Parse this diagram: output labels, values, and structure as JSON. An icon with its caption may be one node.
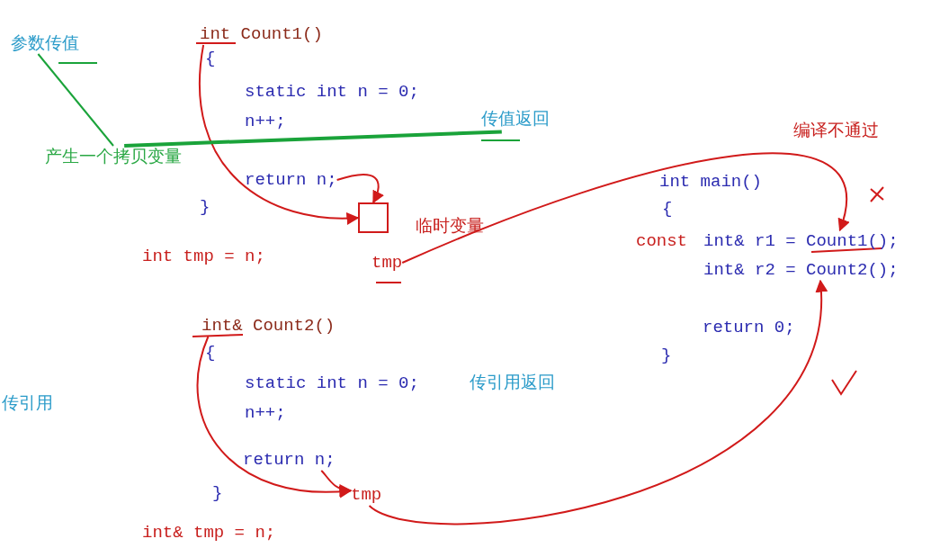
{
  "diagram": {
    "nodes": [
      {
        "text": [
          "int Count1()"
        ]
      },
      {
        "text": [
          "return n;"
        ]
      },
      {
        "text": [],
        "shape": "box",
        "beside": [
          "临时变量"
        ]
      },
      {
        "text": [
          "tmp"
        ]
      },
      {
        "text": [
          "int& r1 = Count1();"
        ]
      },
      {
        "text": [
          "int& r2 = Count2();"
        ]
      },
      {
        "text": [
          "int& Count2()"
        ]
      },
      {
        "text": [
          "return n;"
        ]
      },
      {
        "text": [
          "tmp"
        ]
      },
      {
        "text": [
          "参数传值"
        ]
      },
      {
        "text": [
          "产生一个拷贝变量"
        ]
      },
      {
        "text": [
          "传值返回"
        ]
      }
    ],
    "edges": [
      {
        "from": 0,
        "to": 2,
        "arrow": "to"
      },
      {
        "from": 1,
        "to": 2,
        "arrow": "to"
      },
      {
        "from": 3,
        "to": 4,
        "arrow": "to"
      },
      {
        "from": 6,
        "to": 8,
        "arrow": "to"
      },
      {
        "from": 7,
        "to": 8,
        "arrow": "to"
      },
      {
        "from": 8,
        "to": 5,
        "arrow": "to"
      },
      {
        "from": 9,
        "to": 10,
        "arrow": "none",
        "color": "#1aa33a"
      },
      {
        "from": 11,
        "to": 10,
        "arrow": "none",
        "style": "thick",
        "color": "#1aa33a"
      }
    ],
    "labels": [
      "{",
      "static int n = 0;",
      "n++;",
      "编译不通过",
      "int main()",
      "}",
      "{",
      "const",
      "int tmp = n;",
      "return 0;",
      "{",
      "}",
      "static int n = 0;",
      "传引用返回",
      "传引用",
      "n++;",
      "}",
      "int& tmp = n;"
    ]
  }
}
